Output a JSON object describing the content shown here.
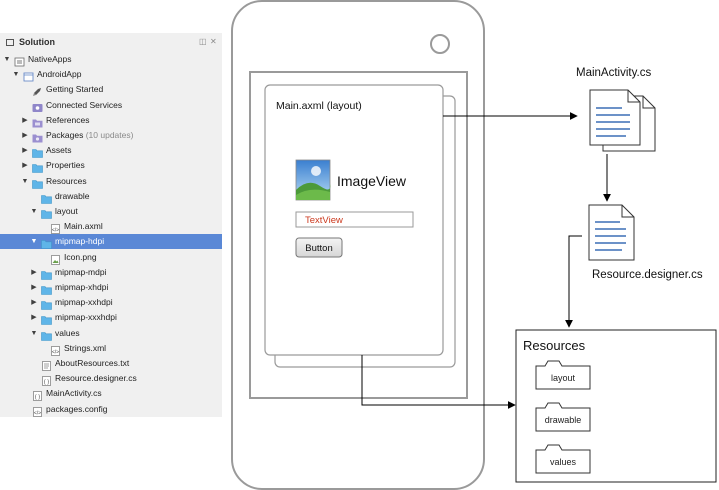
{
  "solution_panel": {
    "title": "Solution",
    "controls": [
      "◫",
      "✕"
    ],
    "items": [
      {
        "label": "NativeApps",
        "depth": 0,
        "arrow": "down",
        "icon": "solution-icon"
      },
      {
        "label": "AndroidApp",
        "depth": 1,
        "arrow": "down",
        "icon": "project-icon"
      },
      {
        "label": "Getting Started",
        "depth": 2,
        "arrow": "",
        "icon": "rocket-icon"
      },
      {
        "label": "Connected Services",
        "depth": 2,
        "arrow": "",
        "icon": "connected-services-icon"
      },
      {
        "label": "References",
        "depth": 2,
        "arrow": "right",
        "icon": "references-icon"
      },
      {
        "label": "Packages",
        "note": "(10 updates)",
        "depth": 2,
        "arrow": "right",
        "icon": "packages-icon"
      },
      {
        "label": "Assets",
        "depth": 2,
        "arrow": "right",
        "icon": "folder-icon"
      },
      {
        "label": "Properties",
        "depth": 2,
        "arrow": "right",
        "icon": "folder-icon"
      },
      {
        "label": "Resources",
        "depth": 2,
        "arrow": "down",
        "icon": "folder-icon"
      },
      {
        "label": "drawable",
        "depth": 3,
        "arrow": "",
        "icon": "folder-icon"
      },
      {
        "label": "layout",
        "depth": 3,
        "arrow": "down",
        "icon": "folder-icon"
      },
      {
        "label": "Main.axml",
        "depth": 4,
        "arrow": "",
        "icon": "xml-file-icon"
      },
      {
        "label": "mipmap-hdpi",
        "depth": 3,
        "arrow": "down",
        "icon": "folder-icon",
        "selected": true
      },
      {
        "label": "Icon.png",
        "depth": 4,
        "arrow": "",
        "icon": "image-file-icon"
      },
      {
        "label": "mipmap-mdpi",
        "depth": 3,
        "arrow": "right",
        "icon": "folder-icon"
      },
      {
        "label": "mipmap-xhdpi",
        "depth": 3,
        "arrow": "right",
        "icon": "folder-icon"
      },
      {
        "label": "mipmap-xxhdpi",
        "depth": 3,
        "arrow": "right",
        "icon": "folder-icon"
      },
      {
        "label": "mipmap-xxxhdpi",
        "depth": 3,
        "arrow": "right",
        "icon": "folder-icon"
      },
      {
        "label": "values",
        "depth": 3,
        "arrow": "down",
        "icon": "folder-icon"
      },
      {
        "label": "Strings.xml",
        "depth": 4,
        "arrow": "",
        "icon": "xml-file-icon"
      },
      {
        "label": "AboutResources.txt",
        "depth": 3,
        "arrow": "",
        "icon": "text-file-icon"
      },
      {
        "label": "Resource.designer.cs",
        "depth": 3,
        "arrow": "",
        "icon": "cs-file-icon"
      },
      {
        "label": "MainActivity.cs",
        "depth": 2,
        "arrow": "",
        "icon": "cs-file-icon"
      },
      {
        "label": "packages.config",
        "depth": 2,
        "arrow": "",
        "icon": "xml-file-icon"
      }
    ]
  },
  "phone": {
    "layout_card_title": "Main.axml (layout)",
    "imageview_label": "ImageView",
    "textview_text": "TextView",
    "button_label": "Button"
  },
  "files": {
    "main_activity": "MainActivity.cs",
    "resource_designer": "Resource.designer.cs"
  },
  "resources_box": {
    "title": "Resources",
    "folders": [
      "layout",
      "drawable",
      "values"
    ]
  },
  "colors": {
    "selection": "#5a88d6",
    "folder": "#5fb5e8",
    "textview_text": "#cc3a1f",
    "phone_outline": "#9a9a9a",
    "doc_lines": "#3b6fb6"
  }
}
